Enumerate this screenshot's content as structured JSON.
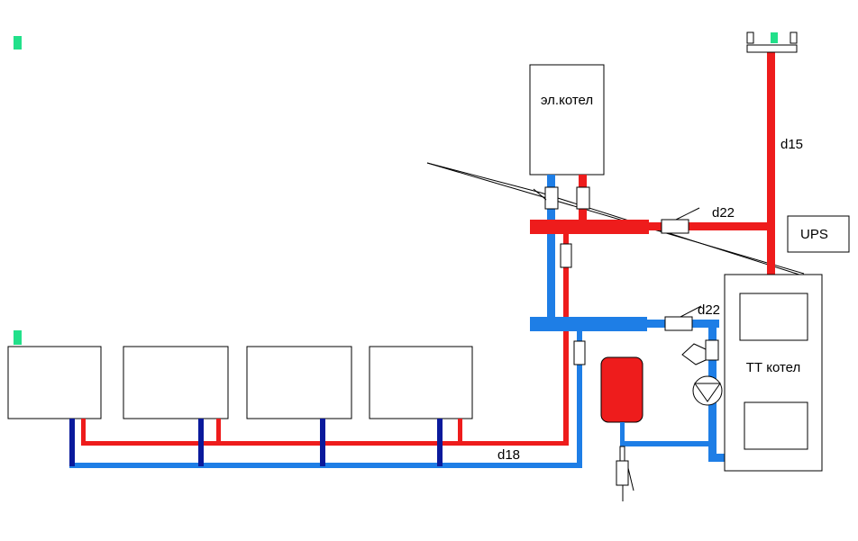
{
  "labels": {
    "electric_boiler": "эл.котел",
    "solid_fuel_boiler": "ТТ котел",
    "ups": "UPS",
    "pipe_vertical_supply": "d15",
    "pipe_upper_manifold": "d22",
    "pipe_lower_manifold": "d22",
    "pipe_radiator_line": "d18"
  },
  "colors": {
    "supply": "#ee1c1c",
    "return": "#1e7ee6",
    "return_dark": "#0a1a9c",
    "indicator": "#22e08a",
    "outline": "#000000"
  },
  "radiator_count": 4
}
